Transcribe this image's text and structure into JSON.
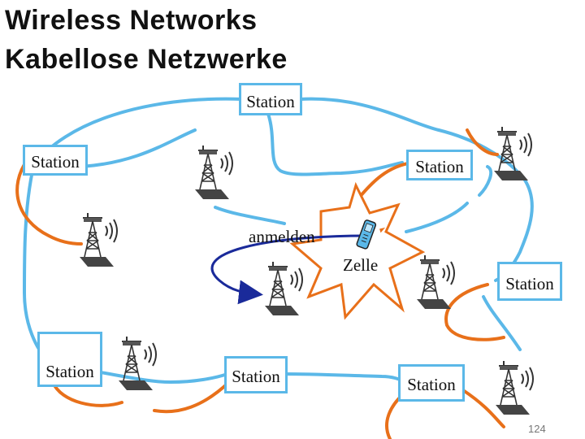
{
  "title": {
    "line1": "Wireless Networks",
    "line2": "Kabellose Netzwerke"
  },
  "station_label": "Station",
  "labels": {
    "register": "anmelden",
    "cell": "Zelle"
  },
  "page_number": "124",
  "icons": {
    "tower": "radio-tower-icon",
    "phone": "mobile-phone-icon"
  },
  "colors": {
    "backbone": "#5bb8e8",
    "link": "#e8701a",
    "arrow": "#1a2a9a",
    "tower": "#333333",
    "cell": "#ffffff"
  }
}
